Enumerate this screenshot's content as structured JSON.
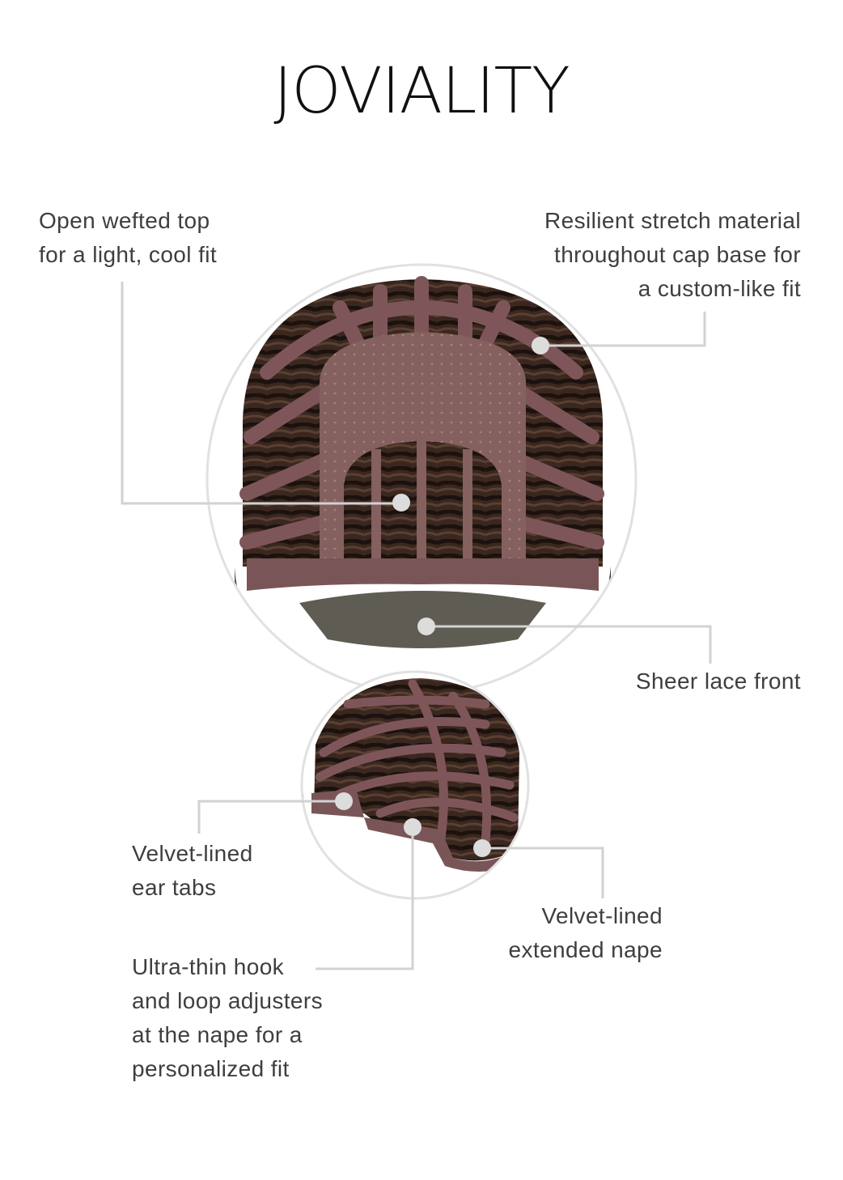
{
  "title": "JOVIALITY",
  "callouts": {
    "open_wefted_top": "Open wefted top\nfor a light, cool fit",
    "resilient_stretch": "Resilient stretch material\nthroughout cap base for\na custom-like fit",
    "sheer_lace_front": "Sheer lace front",
    "velvet_ear_tabs": "Velvet-lined\near tabs",
    "velvet_nape": "Velvet-lined\nextended nape",
    "hook_loop": "Ultra-thin hook\nand loop adjusters\nat the nape for a\npersonalized fit"
  },
  "colors": {
    "leader_line": "#d2d2d2",
    "dot": "#dcdcdc",
    "cap_strap": "#7e5659",
    "weft_dark": "#2c1c16",
    "lace": "#8c6668",
    "hair": "#4a3a2e"
  }
}
